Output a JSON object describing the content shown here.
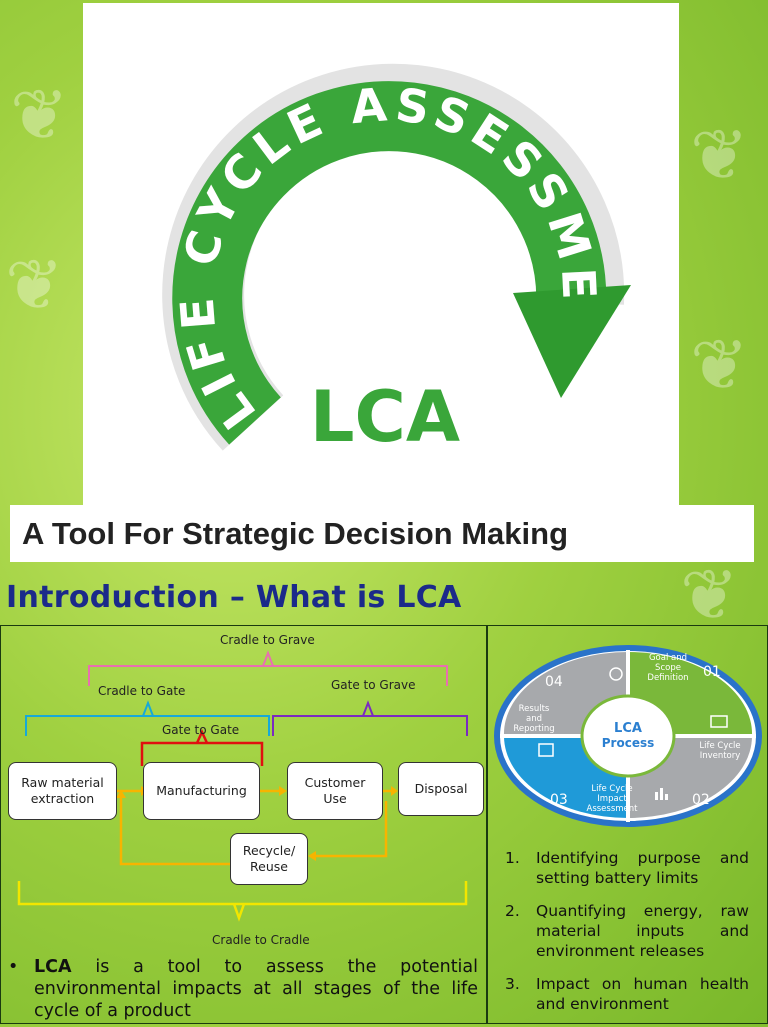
{
  "cover": {
    "arc_text": "LIFE CYCLE ASSESSMENT",
    "center_text": "LCA",
    "subtitle": "A Tool For Strategic Decision Making",
    "colors": {
      "green": "#3aa63a",
      "green_dark": "#2b8a2b"
    }
  },
  "intro": {
    "title": "Introduction – What is LCA"
  },
  "diagram": {
    "boxes": {
      "raw": "Raw material extraction",
      "manufacturing": "Manufacturing",
      "customer": "Customer Use",
      "disposal": "Disposal",
      "recycle": "Recycle/ Reuse"
    },
    "labels": {
      "cradle_to_grave": "Cradle to Grave",
      "cradle_to_gate": "Cradle to Gate",
      "gate_to_grave": "Gate to Grave",
      "gate_to_gate": "Gate to Gate",
      "cradle_to_cradle": "Cradle to Cradle"
    },
    "colors": {
      "grave": "#e86fb0",
      "cradle_gate": "#17a9d8",
      "gate_grave": "#7a2bc0",
      "gate_gate": "#e01010",
      "flow": "#f7b400",
      "cradle_cradle": "#f2e600"
    }
  },
  "bullet": {
    "term": "LCA",
    "text": " is a tool to assess the potential environmental impacts at all stages of the life cycle of a product"
  },
  "process": {
    "center_title": "LCA",
    "center_sub": "Process",
    "segments": {
      "s01": {
        "num": "01",
        "label": "Goal and Scope Definition"
      },
      "s02": {
        "num": "02",
        "label": "Life Cycle Inventory"
      },
      "s03": {
        "num": "03",
        "label": "Life Cycle Impact Assessment"
      },
      "s04": {
        "num": "04",
        "label": "Results and Reporting"
      }
    },
    "colors": {
      "ring": "#2a73c9",
      "green": "#7ab83a",
      "gray": "#a7a9ac",
      "blue": "#1f9ad8",
      "center_text": "#2b7fd0"
    }
  },
  "steps": [
    {
      "num": "1.",
      "text": "Identifying purpose and setting battery limits"
    },
    {
      "num": "2.",
      "text": "Quantifying energy, raw material inputs and environment releases"
    },
    {
      "num": "3.",
      "text": "Impact on human health and environment"
    }
  ]
}
